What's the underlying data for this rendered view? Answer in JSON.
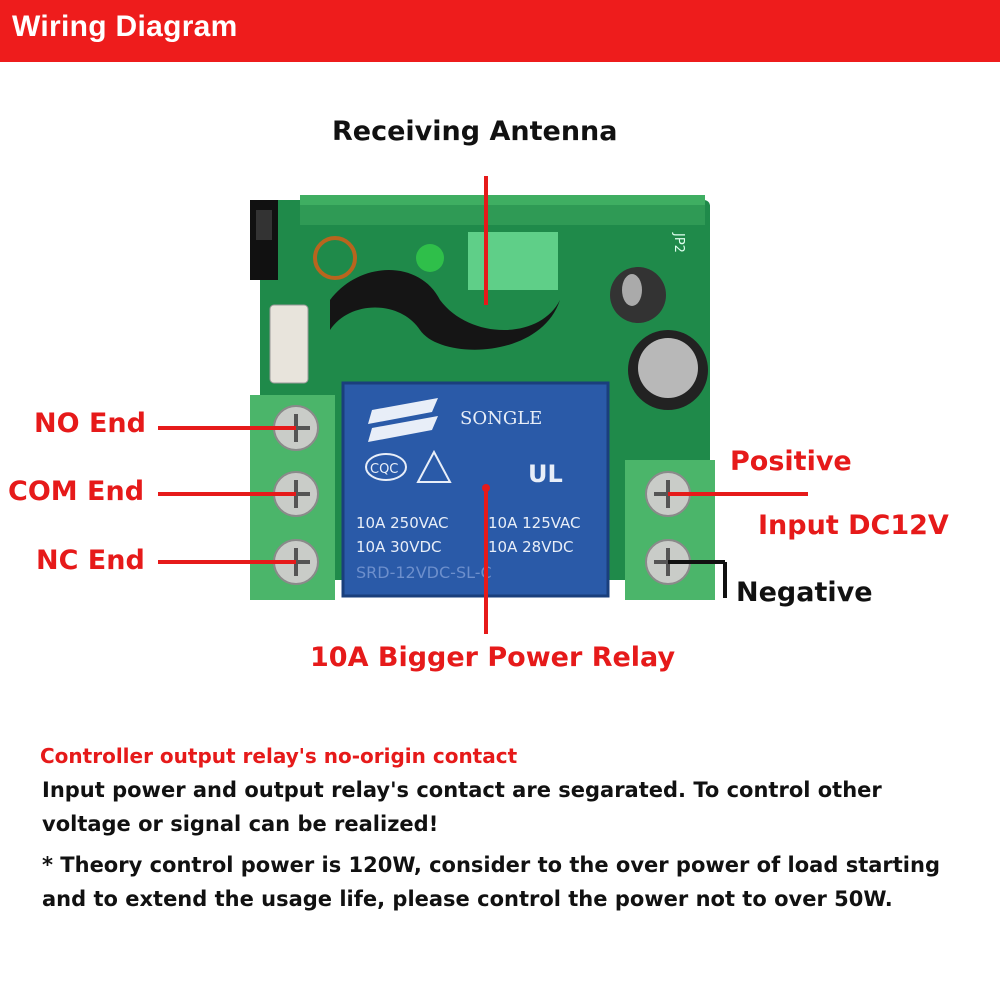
{
  "header": {
    "title": "Wiring Diagram",
    "bg_color": "#ee1c1c"
  },
  "labels": {
    "antenna": "Receiving Antenna",
    "no_end": "NO End",
    "com_end": "COM End",
    "nc_end": "NC End",
    "positive": "Positive",
    "input": "Input DC12V",
    "negative": "Negative",
    "relay": "10A Bigger Power Relay"
  },
  "relay_markings": {
    "brand": "SONGLE",
    "cert1": "CQC",
    "ul": "UL",
    "line1_left": "10A 250VAC",
    "line1_right": "10A 125VAC",
    "line2_left": "10A 30VDC",
    "line2_right": "10A 28VDC",
    "model": "SRD-12VDC-SL-C"
  },
  "board_markings": {
    "jp": "JP2"
  },
  "notes": {
    "title": "Controller output relay's no-origin contact",
    "line1": "Input power and output relay's contact are segarated. To control other voltage or signal can be realized!",
    "line2": "* Theory control power is 120W, consider to the over power of load starting and to extend the usage life, please control the power not to over 50W."
  },
  "colors": {
    "accent_red": "#e61a1a",
    "pcb_green": "#1f8a4a",
    "relay_blue": "#2a5aa8",
    "terminal_green": "#4bb56a"
  }
}
